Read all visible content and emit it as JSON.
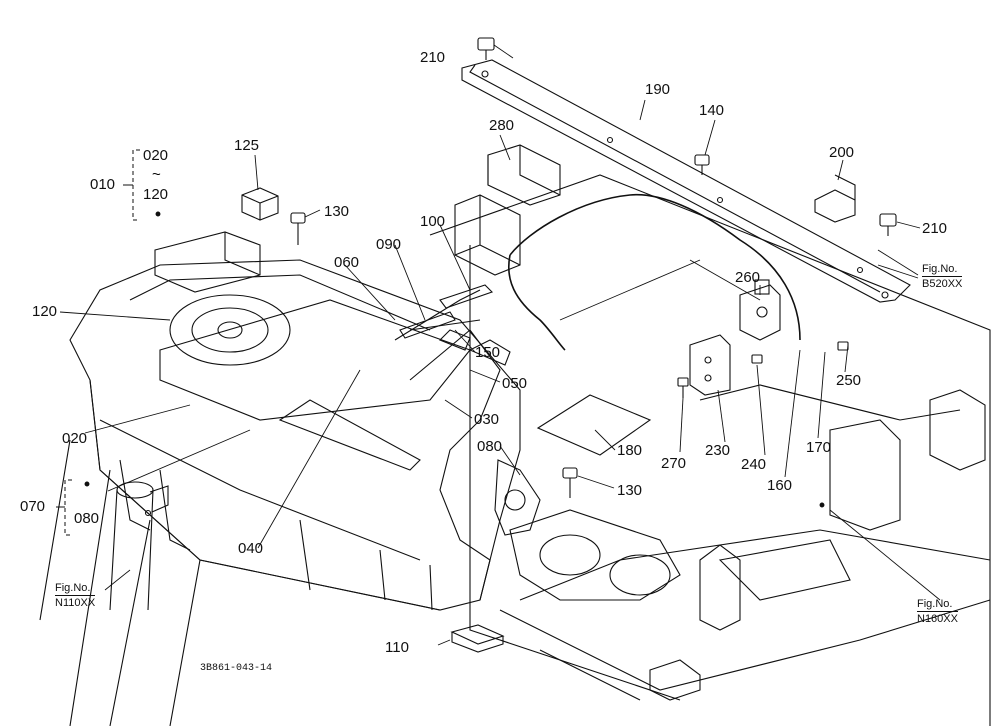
{
  "drawing_number": "3B861-043-14",
  "callouts": {
    "c010": "010",
    "c020_top": "020",
    "c_range_mark": "~",
    "c120_top": "120",
    "c125": "125",
    "c130_top": "130",
    "c120_left": "120",
    "c020_left": "020",
    "c070": "070",
    "c080_left": "080",
    "c060": "060",
    "c090": "090",
    "c100": "100",
    "c150": "150",
    "c050": "050",
    "c030": "030",
    "c080_mid": "080",
    "c130_mid": "130",
    "c040": "040",
    "c110": "110",
    "c210_top": "210",
    "c280": "280",
    "c190": "190",
    "c140": "140",
    "c200": "200",
    "c210_right": "210",
    "c260": "260",
    "c250": "250",
    "c270": "270",
    "c230": "230",
    "c240": "240",
    "c170": "170",
    "c160": "160",
    "c180": "180"
  },
  "figure_refs": {
    "b520": {
      "label": "Fig.No.",
      "code": "B520XX"
    },
    "n110": {
      "label": "Fig.No.",
      "code": "N110XX"
    },
    "n160": {
      "label": "Fig.No.",
      "code": "N160XX"
    }
  }
}
